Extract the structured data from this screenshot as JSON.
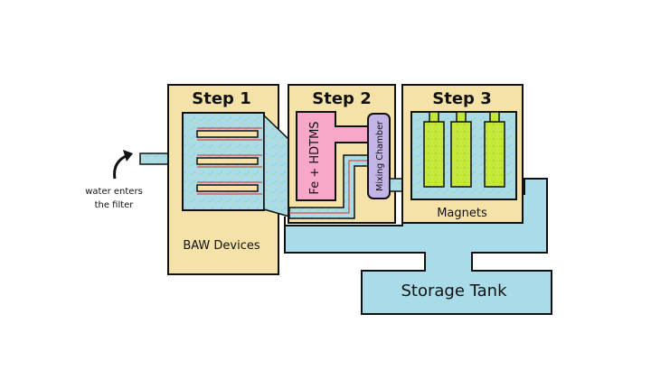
{
  "steps": [
    {
      "title": "Step 1",
      "caption": "BAW Devices"
    },
    {
      "title": "Step 2",
      "reagent": "Fe + HDTMS",
      "chamber": "Mixing Chamber"
    },
    {
      "title": "Step 3",
      "caption": "Magnets"
    }
  ],
  "inlet": {
    "line1": "water enters",
    "line2": "the filter"
  },
  "tank": {
    "label": "Storage Tank"
  },
  "colors": {
    "panel": "#f5e2a8",
    "water": "#a9dbe8",
    "pink": "#f7a8c8",
    "purple": "#c3b4e6",
    "green": "#c3e83a",
    "redLine": "#e04848"
  }
}
